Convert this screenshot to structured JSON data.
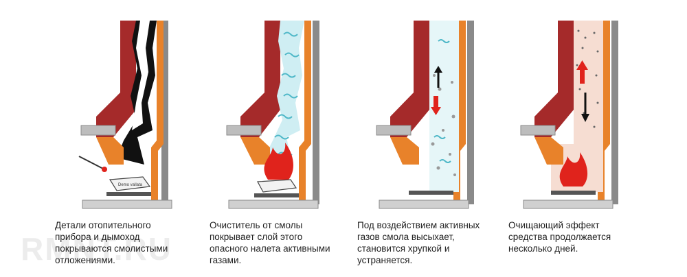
{
  "watermark": "RMNT.RU",
  "label_bag": "Demo vallata",
  "colors": {
    "wall": "#a52a2a",
    "wall_dark": "#7a1e18",
    "metal": "#e8822a",
    "metal_dark": "#c9661a",
    "soot": "#111111",
    "grey": "#8a8a8a",
    "flame": "#e0231c",
    "gas": "#4fb8c8",
    "glow": "#f6ddd2"
  },
  "panels": [
    {
      "id": "stage-1",
      "caption": [
        "Детали отопительного",
        "прибора и дымоход",
        "покрываются смолистыми",
        "отложениями."
      ]
    },
    {
      "id": "stage-2",
      "caption": [
        "Очиститель от смолы",
        "покрывает слой этого",
        "опасного налета активными",
        "газами."
      ]
    },
    {
      "id": "stage-3",
      "caption": [
        "Под воздействием активных",
        "газов смола высыхает,",
        "становится хрупкой и",
        "устраняется."
      ]
    },
    {
      "id": "stage-4",
      "caption": [
        "Очищающий эффект",
        "средства продолжается",
        "несколько дней."
      ]
    }
  ]
}
